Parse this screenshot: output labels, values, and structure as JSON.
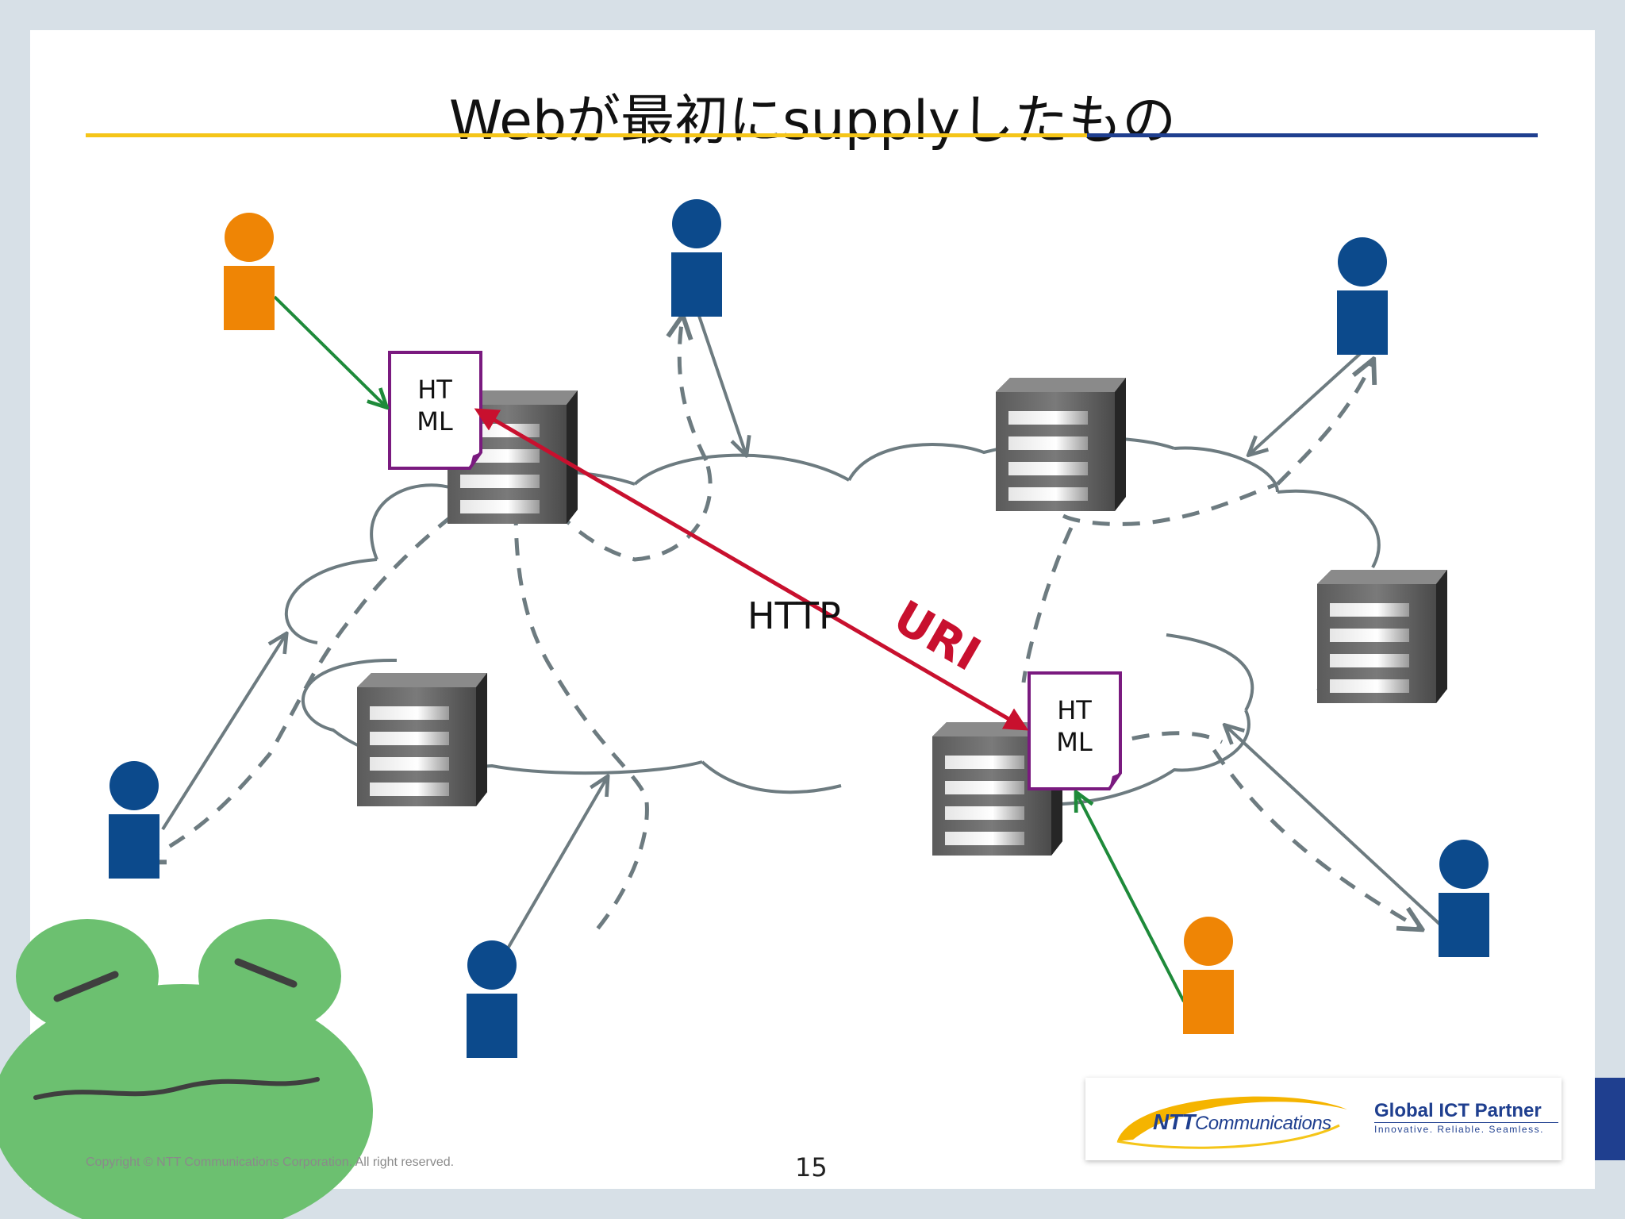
{
  "slide": {
    "title": "Webが最初にsupplyしたもの",
    "page_number": "15",
    "copyright": "Copyright © NTT Communications Corporation. All right reserved."
  },
  "diagram": {
    "html_doc_line1": "HT",
    "html_doc_line2": "ML",
    "protocol_label": "HTTP",
    "address_label": "URI"
  },
  "logo": {
    "ntt_mark": "NTT",
    "ntt_word": "Communications",
    "tagline": "Global ICT Partner",
    "subline": "Innovative. Reliable. Seamless."
  },
  "colors": {
    "brand_yellow": "#f5c518",
    "brand_blue": "#1f3f8f",
    "user_blue": "#0c4a8c",
    "author_orange": "#ef8505",
    "edit_arrow_green": "#1e8a3a",
    "uri_red": "#c8102e",
    "html_border_purple": "#7a1a7f",
    "arrow_gray": "#6d7b80",
    "frog_green": "#6cc070"
  },
  "icons": [
    "person-icon",
    "server-icon",
    "cloud-network",
    "html-document-icon",
    "frog-mascot"
  ]
}
